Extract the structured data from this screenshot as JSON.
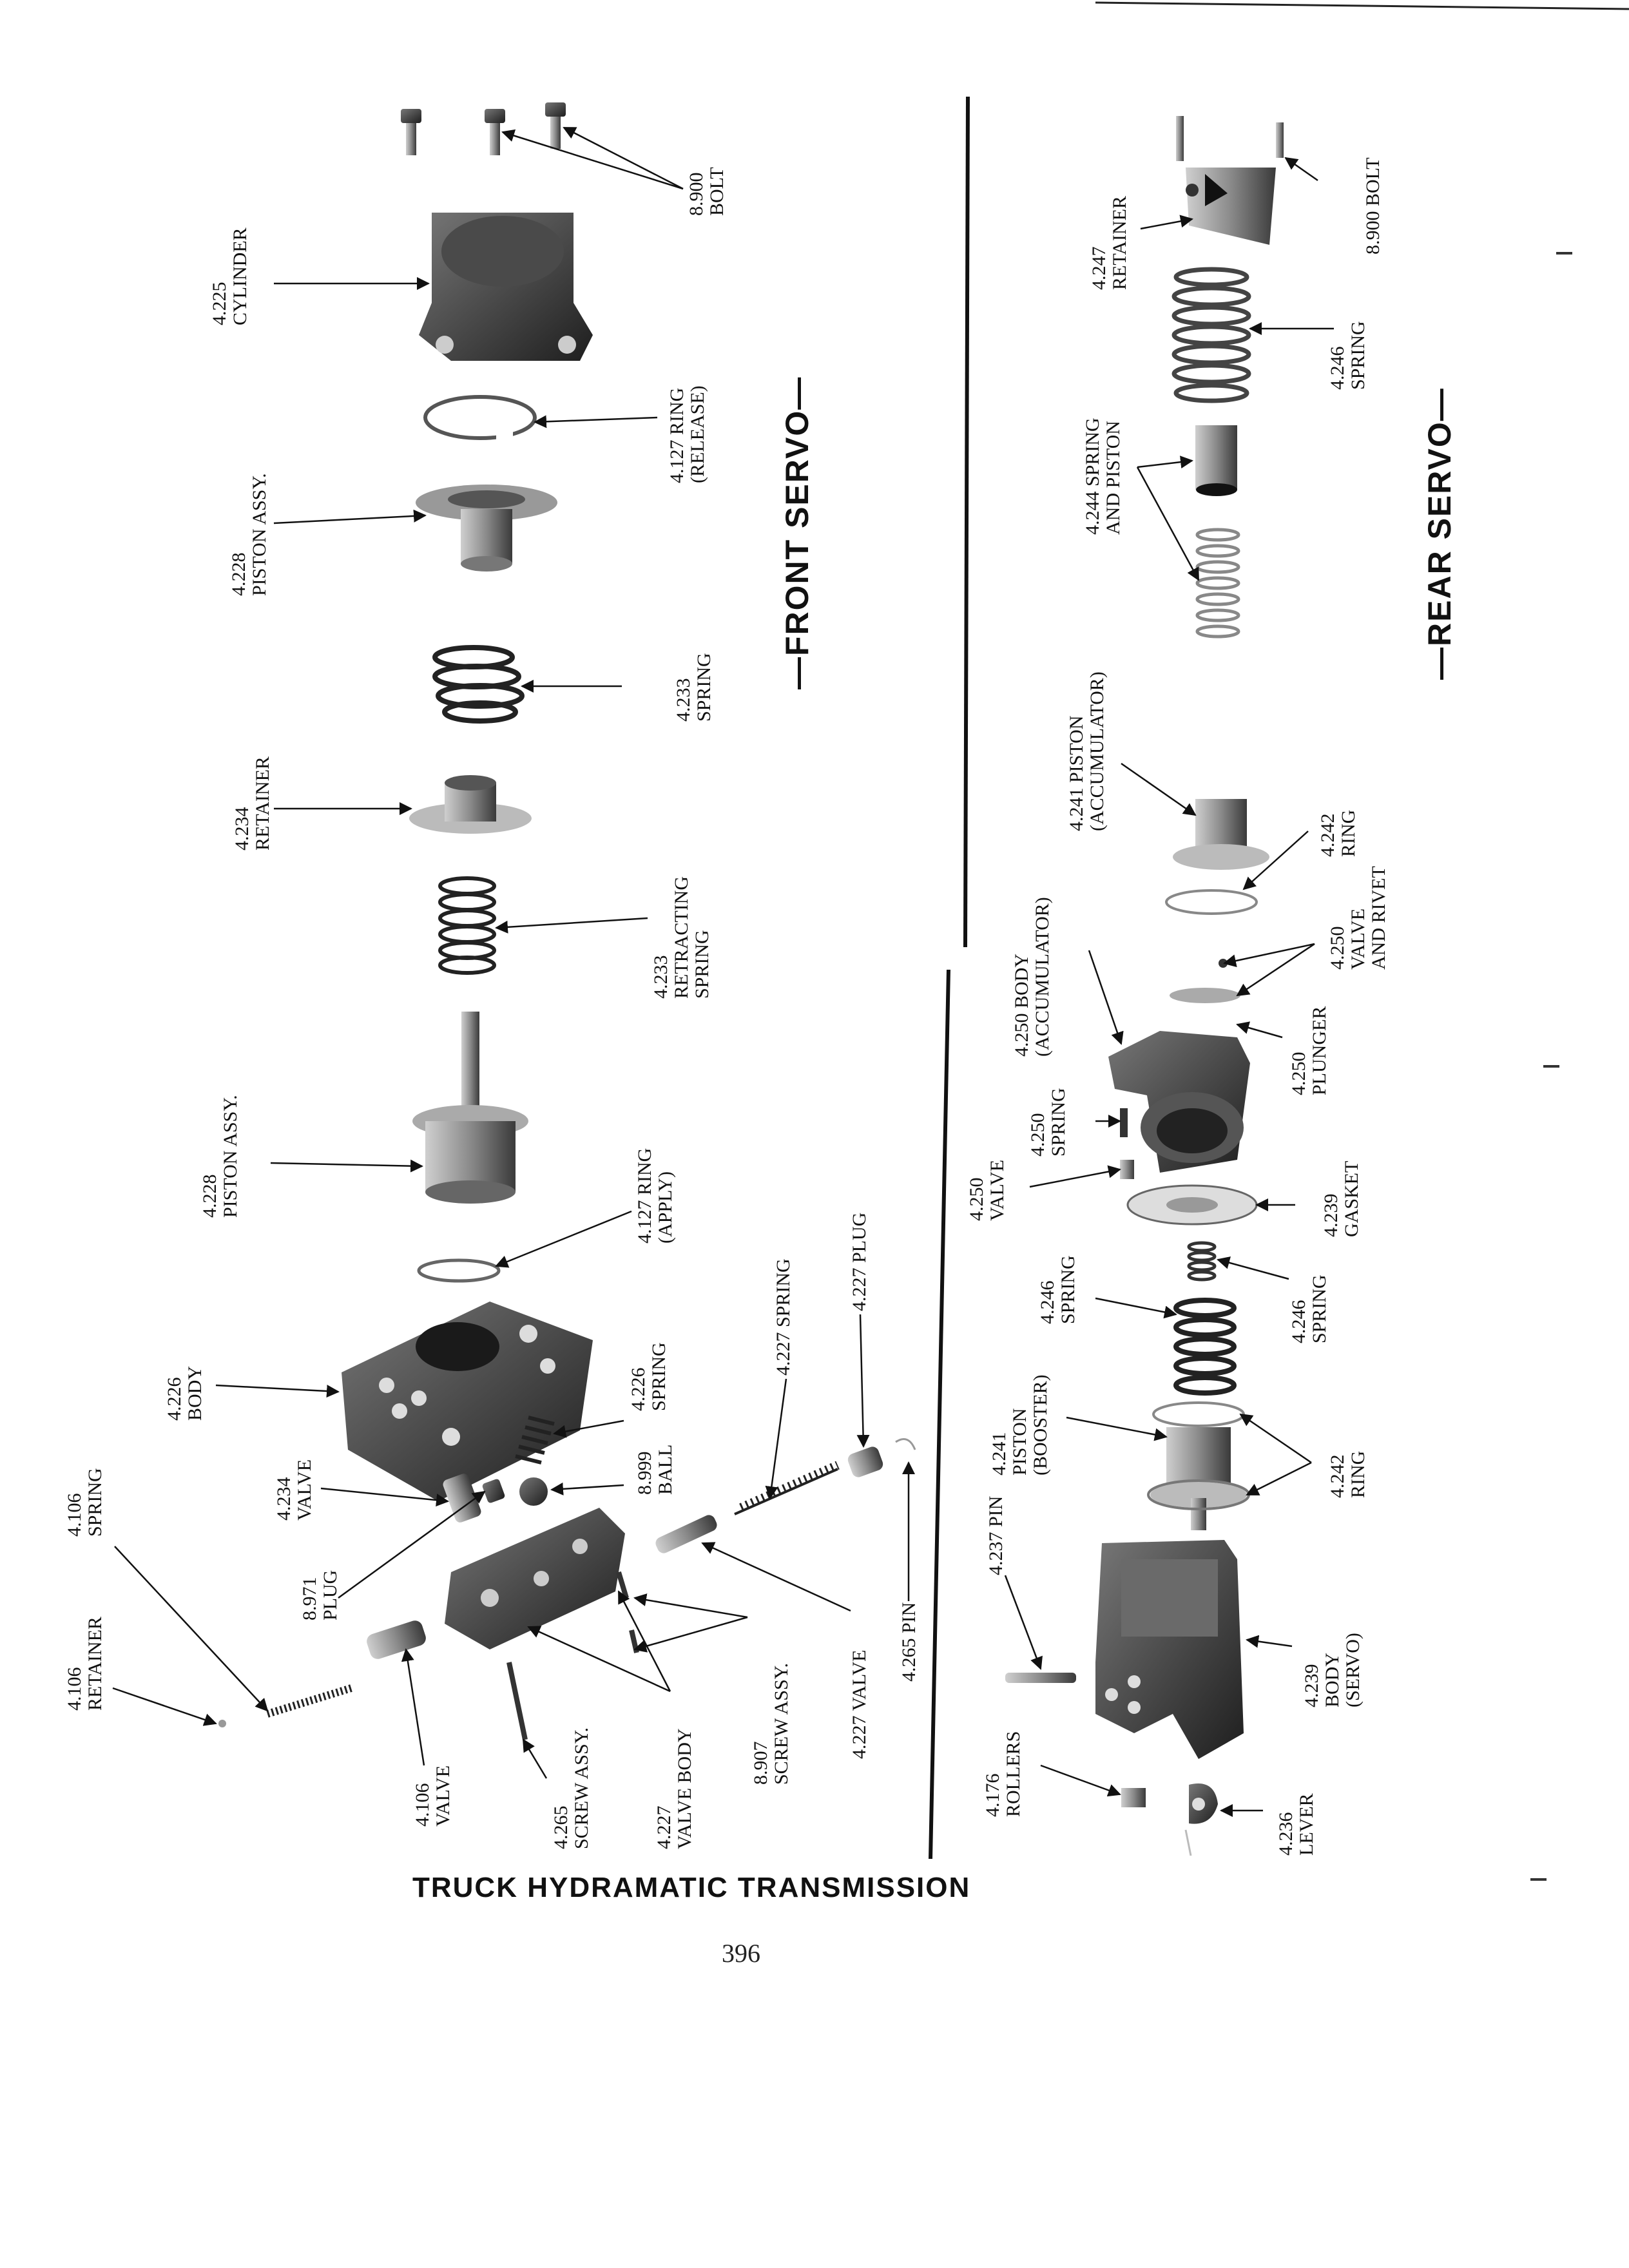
{
  "page": {
    "title": "TRUCK HYDRAMATIC TRANSMISSION",
    "page_number": "396"
  },
  "sections": {
    "front": "—FRONT SERVO—",
    "rear": "—REAR SERVO—"
  },
  "front_parts": {
    "bolt": [
      "8.900",
      "BOLT"
    ],
    "cylinder": [
      "4.225",
      "CYLINDER"
    ],
    "ring_release": [
      "4.127 RING",
      "(RELEASE)"
    ],
    "piston_assy_top": [
      "4.228",
      "PISTON ASSY."
    ],
    "spring_233": [
      "4.233",
      "SPRING"
    ],
    "retainer_234": [
      "4.234",
      "RETAINER"
    ],
    "retracting_spring": [
      "4.233",
      "RETRACTING",
      "SPRING"
    ],
    "piston_assy_lower": [
      "4.228",
      "PISTON ASSY."
    ],
    "ring_apply": [
      "4.127 RING",
      "(APPLY)"
    ],
    "body_226": [
      "4.226",
      "BODY"
    ],
    "spring_226": [
      "4.226",
      "SPRING"
    ],
    "valve_234": [
      "4.234",
      "VALVE"
    ],
    "ball": [
      "8.999",
      "BALL"
    ],
    "spring_227": [
      "4.227 SPRING"
    ],
    "plug_227": [
      "4.227 PLUG"
    ],
    "spring_106": [
      "4.106",
      "SPRING"
    ],
    "retainer_106": [
      "4.106",
      "RETAINER"
    ],
    "plug_971": [
      "8.971",
      "PLUG"
    ],
    "valve_106": [
      "4.106",
      "VALVE"
    ],
    "screw_assy_265": [
      "4.265",
      "SCREW ASSY."
    ],
    "valve_body_227": [
      "4.227",
      "VALVE BODY"
    ],
    "screw_assy_907": [
      "8.907",
      "SCREW ASSY."
    ],
    "valve_227": [
      "4.227 VALVE"
    ],
    "pin_265": [
      "4.265 PIN"
    ]
  },
  "rear_parts": {
    "bolt": [
      "8.900 BOLT"
    ],
    "retainer_247": [
      "4.247",
      "RETAINER"
    ],
    "spring_246_top": [
      "4.246",
      "SPRING"
    ],
    "spring_and_piston": [
      "4.244 SPRING",
      "AND PISTON"
    ],
    "piston_accumulator": [
      "4.241 PISTON",
      "(ACCUMULATOR)"
    ],
    "ring_242_top": [
      "4.242",
      "RING"
    ],
    "body_accumulator": [
      "4.250 BODY",
      "(ACCUMULATOR)"
    ],
    "valve_and_rivet": [
      "4.250",
      "VALVE",
      "AND RIVET"
    ],
    "plunger": [
      "4.250",
      "PLUNGER"
    ],
    "spring_250": [
      "4.250",
      "SPRING"
    ],
    "valve_250": [
      "4.250",
      "VALVE"
    ],
    "gasket": [
      "4.239",
      "GASKET"
    ],
    "spring_246_a": [
      "4.246",
      "SPRING"
    ],
    "spring_246_b": [
      "4.246",
      "SPRING"
    ],
    "piston_booster": [
      "4.241",
      "PISTON",
      "(BOOSTER)"
    ],
    "ring_242_bottom": [
      "4.242",
      "RING"
    ],
    "pin_237": [
      "4.237 PIN"
    ],
    "body_servo": [
      "4.239",
      "BODY",
      "(SERVO)"
    ],
    "rollers": [
      "4.176",
      "ROLLERS"
    ],
    "lever": [
      "4.236",
      "LEVER"
    ]
  }
}
